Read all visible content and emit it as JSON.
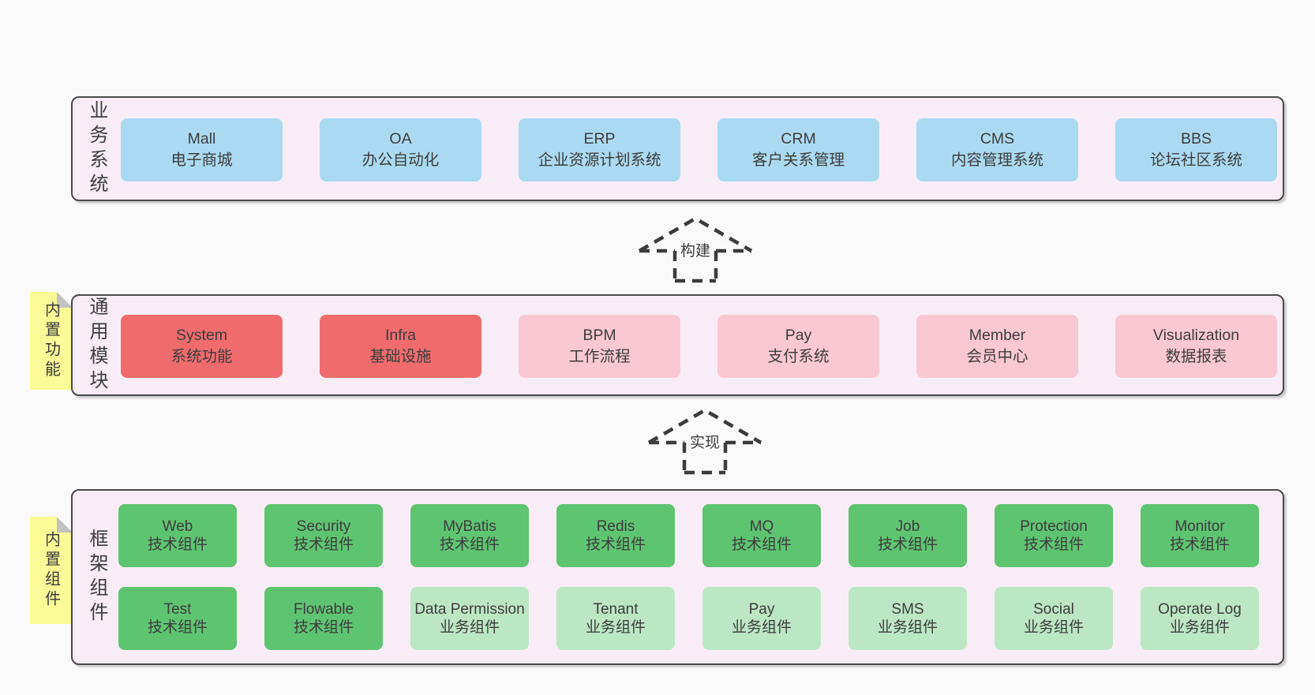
{
  "palette": {
    "page_bg": "#fafafa",
    "container_bg": "#f8edf6",
    "container_border": "#4a4a4a",
    "blue_box": "#aadaf2",
    "red_box": "#f06c6c",
    "pink_box": "#fac8d2",
    "green_dark_box": "#5fc470",
    "green_light_box": "#bce7c5",
    "sticky_yellow": "#fafa96",
    "sticky_fold": "#c2c2c2",
    "text": "#3d3d3d"
  },
  "layers": {
    "business": {
      "label": "业务系统",
      "boxes": [
        {
          "en": "Mall",
          "zh": "电子商城"
        },
        {
          "en": "OA",
          "zh": "办公自动化"
        },
        {
          "en": "ERP",
          "zh": "企业资源计划系统"
        },
        {
          "en": "CRM",
          "zh": "客户关系管理"
        },
        {
          "en": "CMS",
          "zh": "内容管理系统"
        },
        {
          "en": "BBS",
          "zh": "论坛社区系统"
        }
      ]
    },
    "modules": {
      "label": "通用模块",
      "sticky": "内置功能",
      "boxes": [
        {
          "en": "System",
          "zh": "系统功能"
        },
        {
          "en": "Infra",
          "zh": "基础设施"
        },
        {
          "en": "BPM",
          "zh": "工作流程"
        },
        {
          "en": "Pay",
          "zh": "支付系统"
        },
        {
          "en": "Member",
          "zh": "会员中心"
        },
        {
          "en": "Visualization",
          "zh": "数据报表"
        }
      ]
    },
    "components": {
      "label": "框架组件",
      "sticky": "内置组件",
      "row1": [
        {
          "en": "Web",
          "zh": "技术组件"
        },
        {
          "en": "Security",
          "zh": "技术组件"
        },
        {
          "en": "MyBatis",
          "zh": "技术组件"
        },
        {
          "en": "Redis",
          "zh": "技术组件"
        },
        {
          "en": "MQ",
          "zh": "技术组件"
        },
        {
          "en": "Job",
          "zh": "技术组件"
        },
        {
          "en": "Protection",
          "zh": "技术组件"
        },
        {
          "en": "Monitor",
          "zh": "技术组件"
        }
      ],
      "row2": [
        {
          "en": "Test",
          "zh": "技术组件"
        },
        {
          "en": "Flowable",
          "zh": "技术组件"
        },
        {
          "en": "Data Permission",
          "zh": "业务组件"
        },
        {
          "en": "Tenant",
          "zh": "业务组件"
        },
        {
          "en": "Pay",
          "zh": "业务组件"
        },
        {
          "en": "SMS",
          "zh": "业务组件"
        },
        {
          "en": "Social",
          "zh": "业务组件"
        },
        {
          "en": "Operate Log",
          "zh": "业务组件"
        }
      ]
    }
  },
  "arrows": {
    "build": "构建",
    "implement": "实现"
  }
}
